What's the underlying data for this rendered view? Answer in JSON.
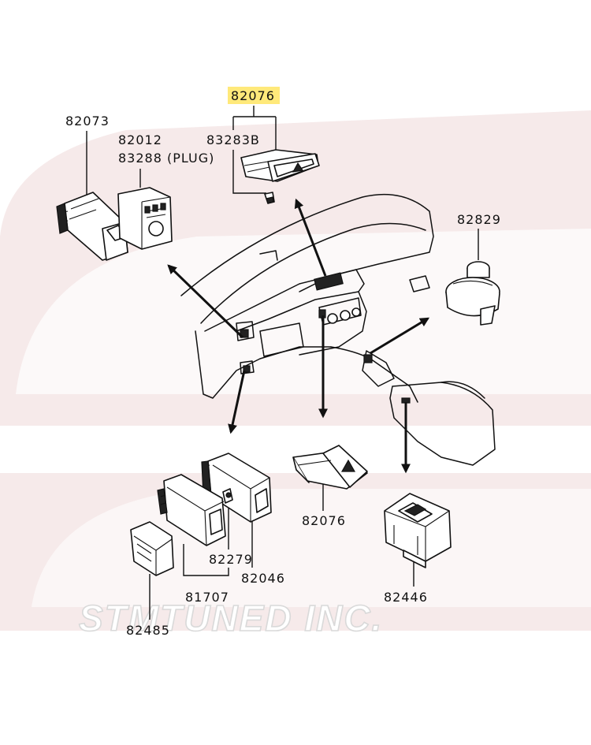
{
  "diagram": {
    "labels": {
      "top_highlight": "82076",
      "l_82073": "82073",
      "l_82012": "82012",
      "l_83288": "83288 (PLUG)",
      "l_83283b": "83283B",
      "l_82829": "82829",
      "l_82076_bottom": "82076",
      "l_82279": "82279",
      "l_82046": "82046",
      "l_81707": "81707",
      "l_82485": "82485",
      "l_82446": "82446"
    },
    "watermark": "STMTUNED INC.",
    "colors": {
      "highlight": "#ffe97a",
      "band": "#f3e4e4",
      "ink": "#111111"
    }
  }
}
